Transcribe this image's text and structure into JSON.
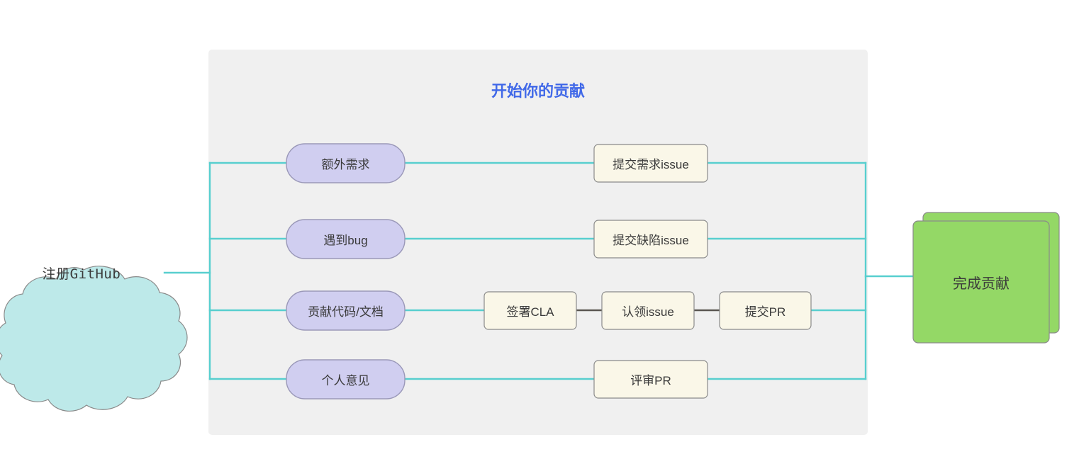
{
  "diagram": {
    "title": "开始你的贡献",
    "title_color": "#4169e8",
    "panel_color": "#f0f0f0",
    "connector_color": "#58cfcf",
    "step_link_color": "#5a5651",
    "start": {
      "label": "注册GitHub",
      "shape": "cloud",
      "fill": "#bde9e9",
      "stroke": "#8a8a8a"
    },
    "end": {
      "label": "完成贡献",
      "shape": "stacked-rect",
      "fill": "#94d866",
      "stroke": "#8a8a8a"
    },
    "branches": [
      {
        "label": "额外需求",
        "fill": "#d0cef0",
        "stroke": "#9a98b8",
        "steps": [
          {
            "label": "提交需求issue",
            "fill": "#faf7e8",
            "stroke": "#8a8a8a"
          }
        ]
      },
      {
        "label": "遇到bug",
        "fill": "#d0cef0",
        "stroke": "#9a98b8",
        "steps": [
          {
            "label": "提交缺陷issue",
            "fill": "#faf7e8",
            "stroke": "#8a8a8a"
          }
        ]
      },
      {
        "label": "贡献代码/文档",
        "fill": "#d0cef0",
        "stroke": "#9a98b8",
        "steps": [
          {
            "label": "签署CLA",
            "fill": "#faf7e8",
            "stroke": "#8a8a8a"
          },
          {
            "label": "认领issue",
            "fill": "#faf7e8",
            "stroke": "#8a8a8a"
          },
          {
            "label": "提交PR",
            "fill": "#faf7e8",
            "stroke": "#8a8a8a"
          }
        ]
      },
      {
        "label": "个人意见",
        "fill": "#d0cef0",
        "stroke": "#9a98b8",
        "steps": [
          {
            "label": "评审PR",
            "fill": "#faf7e8",
            "stroke": "#8a8a8a"
          }
        ]
      }
    ]
  }
}
